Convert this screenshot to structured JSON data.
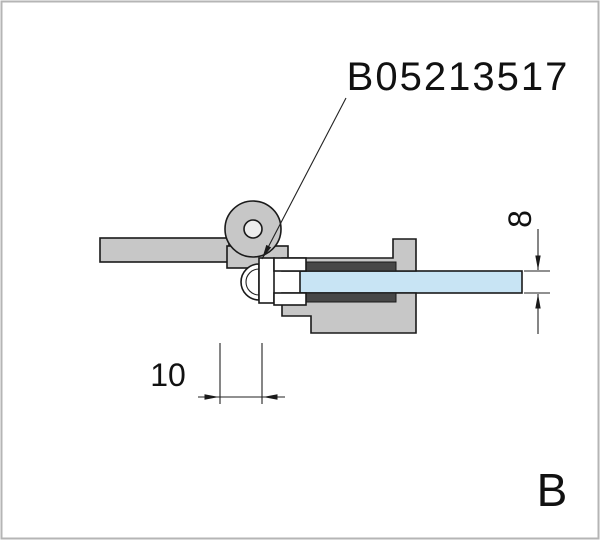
{
  "drawing": {
    "part_number": "B05213517",
    "view_label": "B",
    "dimensions": {
      "glass_thickness": "8",
      "seal_offset": "10"
    }
  },
  "colors": {
    "metal": "#c7c7c7",
    "gasket_dark": "#474747",
    "glass": "#c8e4f4",
    "seal_white": "#ffffff",
    "hole": "#ececec",
    "frame": "#b5b5b5",
    "outline": "#1a1a1a",
    "dim_line": "#222222",
    "text": "#111111",
    "background": "#ffffff"
  }
}
